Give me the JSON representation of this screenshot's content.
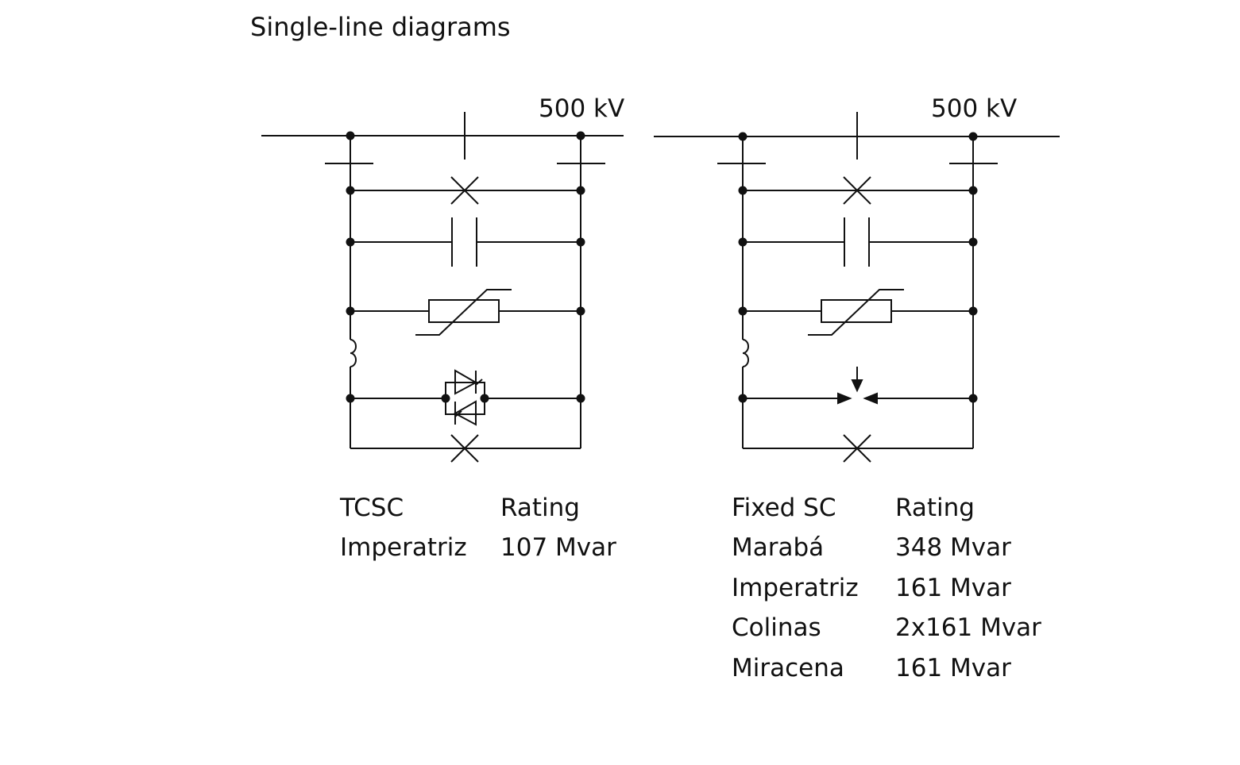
{
  "title": "Single-line diagrams",
  "diagrams": [
    {
      "voltage": "500 kV",
      "type": "TCSC",
      "control_element": "thyristor-valve",
      "table": {
        "headers": [
          "TCSC",
          "Rating"
        ],
        "rows": [
          [
            "Imperatriz",
            "107 Mvar"
          ]
        ]
      }
    },
    {
      "voltage": "500 kV",
      "type": "Fixed SC",
      "control_element": "spark-gap",
      "table": {
        "headers": [
          "Fixed SC",
          "Rating"
        ],
        "rows": [
          [
            "Marabá",
            "348 Mvar"
          ],
          [
            "Imperatriz",
            "161 Mvar"
          ],
          [
            "Colinas",
            "2x161 Mvar"
          ],
          [
            "Miracena",
            "161 Mvar"
          ]
        ]
      }
    }
  ]
}
